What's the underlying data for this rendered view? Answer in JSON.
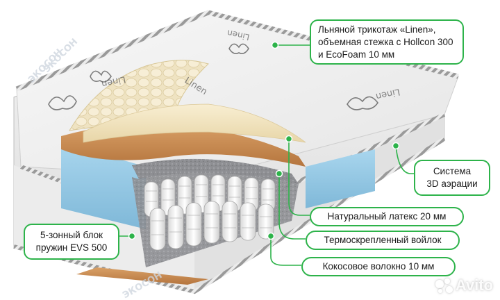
{
  "callouts": {
    "linen": {
      "lines": [
        "Льняной трикотаж «Linen»,",
        "объемная стежка с Hollcon 300",
        "и EcoFoam 10 мм"
      ]
    },
    "aeration": {
      "lines": [
        "Система",
        "3D аэрации"
      ]
    },
    "latex": {
      "text": "Натуральный латекс 20 мм"
    },
    "felt": {
      "text": "Термоскрепленный войлок"
    },
    "coconut": {
      "text": "Кокосовое волокно 10 мм"
    },
    "springs": {
      "lines": [
        "5-зонный блок",
        "пружин EVS 500"
      ]
    }
  },
  "watermarks": {
    "cover_brand": "Linen",
    "side_brand": "ЭКОСОН",
    "site_logo": "Avito"
  },
  "colors": {
    "accent_green": "#2db34a",
    "foam_blue": "#8fc6e4",
    "coconut": "#c98a4e",
    "latex": "#f3e7c7",
    "felt": "#8e8f93"
  }
}
